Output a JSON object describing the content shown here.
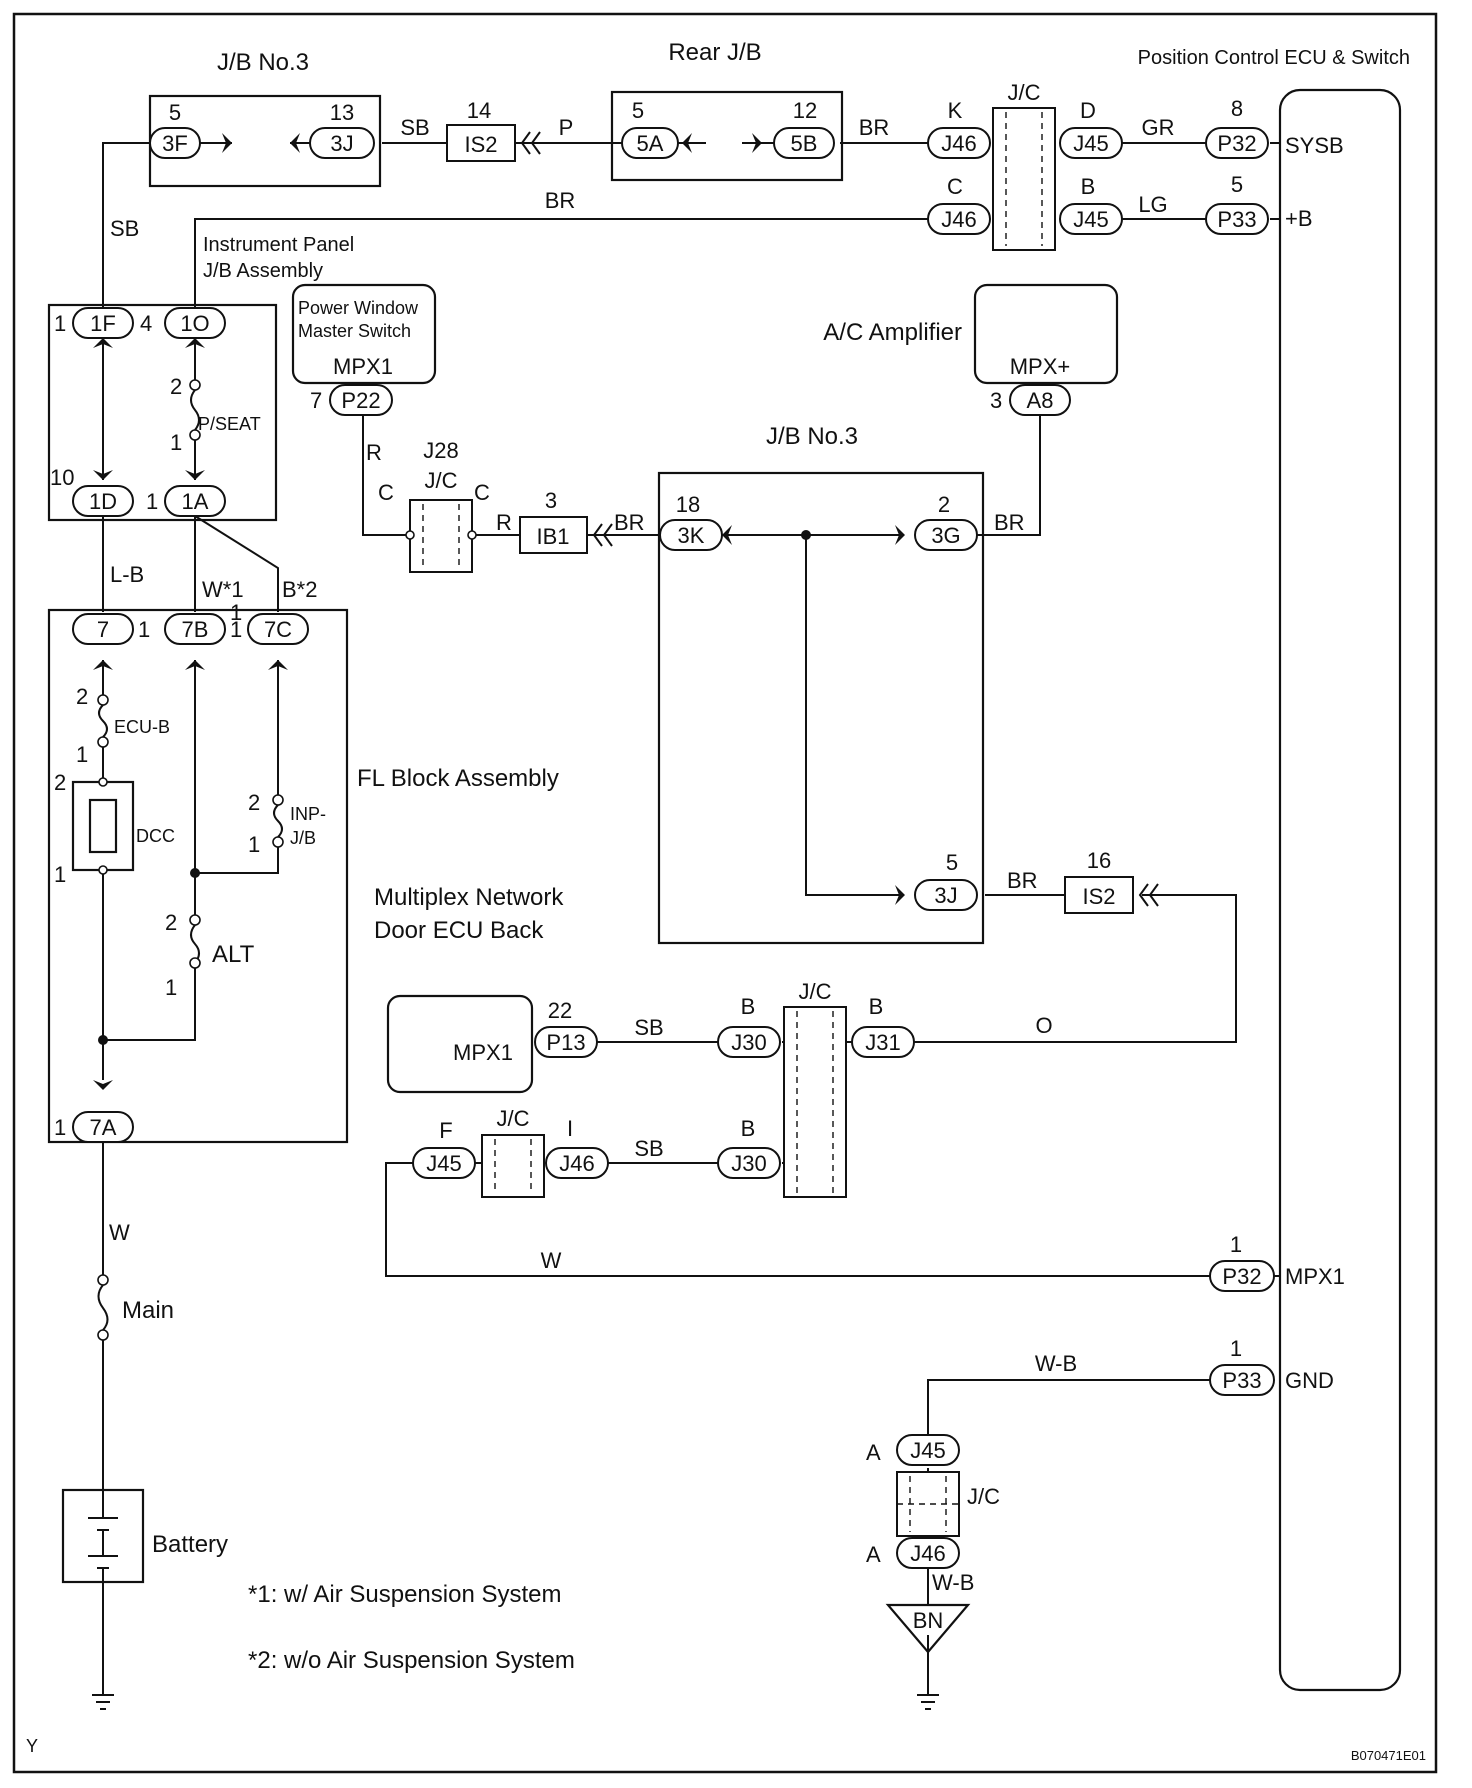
{
  "labels": {
    "jb3_top": "J/B No.3",
    "rear_jb": "Rear J/B",
    "pos_ecu": "Position Control ECU & Switch",
    "ip_jb_1": "Instrument Panel",
    "ip_jb_2": "J/B Assembly",
    "pwms_1": "Power Window",
    "pwms_2": "Master Switch",
    "ac_amp": "A/C Amplifier",
    "jb3_mid": "J/B No.3",
    "fl_block": "FL Block Assembly",
    "mpx_door_1": "Multiplex Network",
    "mpx_door_2": "Door ECU Back",
    "battery": "Battery",
    "note1": "*1: w/ Air Suspension System",
    "note2": "*2: w/o Air Suspension System",
    "corner_y": "Y",
    "code": "B070471E01",
    "jc": "J/C",
    "j28": "J28"
  },
  "connectors": {
    "c3F": "3F",
    "c3J": "3J",
    "c5A": "5A",
    "c5B": "5B",
    "j46k": "J46",
    "j45d": "J45",
    "p32s": "P32",
    "j46c": "J46",
    "j45b": "J45",
    "p33b": "P33",
    "c1F": "1F",
    "c1O": "1O",
    "c1D": "1D",
    "c1A": "1A",
    "p22": "P22",
    "a8": "A8",
    "c3K": "3K",
    "c3G": "3G",
    "c3J2": "3J",
    "c7": "7",
    "c7B": "7B",
    "c7C": "7C",
    "c7A": "7A",
    "p13": "P13",
    "j30a": "J30",
    "j31": "J31",
    "j45f": "J45",
    "j46i": "J46",
    "j30b": "J30",
    "p32m": "P32",
    "p33g": "P33",
    "j45a": "J45",
    "j46a": "J46",
    "is2a": "IS2",
    "is2b": "IS2",
    "ib1": "IB1",
    "bn": "BN"
  },
  "pins": {
    "p3F": "5",
    "p3J": "13",
    "p_is2a": "14",
    "p5A": "5",
    "p5B": "12",
    "pK": "K",
    "pD": "D",
    "p32s": "8",
    "pC1": "C",
    "pB1": "B",
    "p33b": "5",
    "p1F": "1",
    "p1O": "4",
    "p1D": "10",
    "p1A": "1",
    "p22": "7",
    "a8": "3",
    "ib1": "3",
    "p3K": "18",
    "p3G": "2",
    "p3J2": "5",
    "is2b": "16",
    "pC2": "C",
    "pC3": "C",
    "p7": "1",
    "p7B": "1",
    "p7C": "1",
    "p7A": "1",
    "p13": "22",
    "j30a": "B",
    "j31": "B",
    "j45f": "F",
    "j46i": "I",
    "j30b": "B",
    "p32m": "1",
    "p33g": "1",
    "j45a": "A",
    "j46a": "A",
    "ecub2": "2",
    "ecub1": "1",
    "dcc2": "2",
    "dcc1": "1",
    "inp2": "2",
    "inp1": "1",
    "alt2": "2",
    "alt1": "1",
    "ps2": "2",
    "ps1": "1"
  },
  "terminals": {
    "sysb": "SYSB",
    "plusb": "+B",
    "mpx1": "MPX1",
    "gnd": "GND",
    "pw_mpx1": "MPX1",
    "ac_mpx": "MPX+",
    "door_mpx1": "MPX1"
  },
  "fuses": {
    "pseat": "P/SEAT",
    "ecub": "ECU-B",
    "dcc": "DCC",
    "inp_1": "INP-",
    "inp_2": "J/B",
    "alt": "ALT",
    "main": "Main"
  },
  "wires": {
    "sb1": "SB",
    "p": "P",
    "br1": "BR",
    "gr": "GR",
    "br2": "BR",
    "lg": "LG",
    "sb_left": "SB",
    "r1": "R",
    "r2": "R",
    "br3": "BR",
    "br4": "BR",
    "br5": "BR",
    "lb": "L-B",
    "w1": "W*1",
    "b2": "B*2",
    "w_main": "W",
    "sb2": "SB",
    "o": "O",
    "sb3": "SB",
    "w2": "W",
    "wb1": "W-B",
    "wb2": "W-B"
  }
}
